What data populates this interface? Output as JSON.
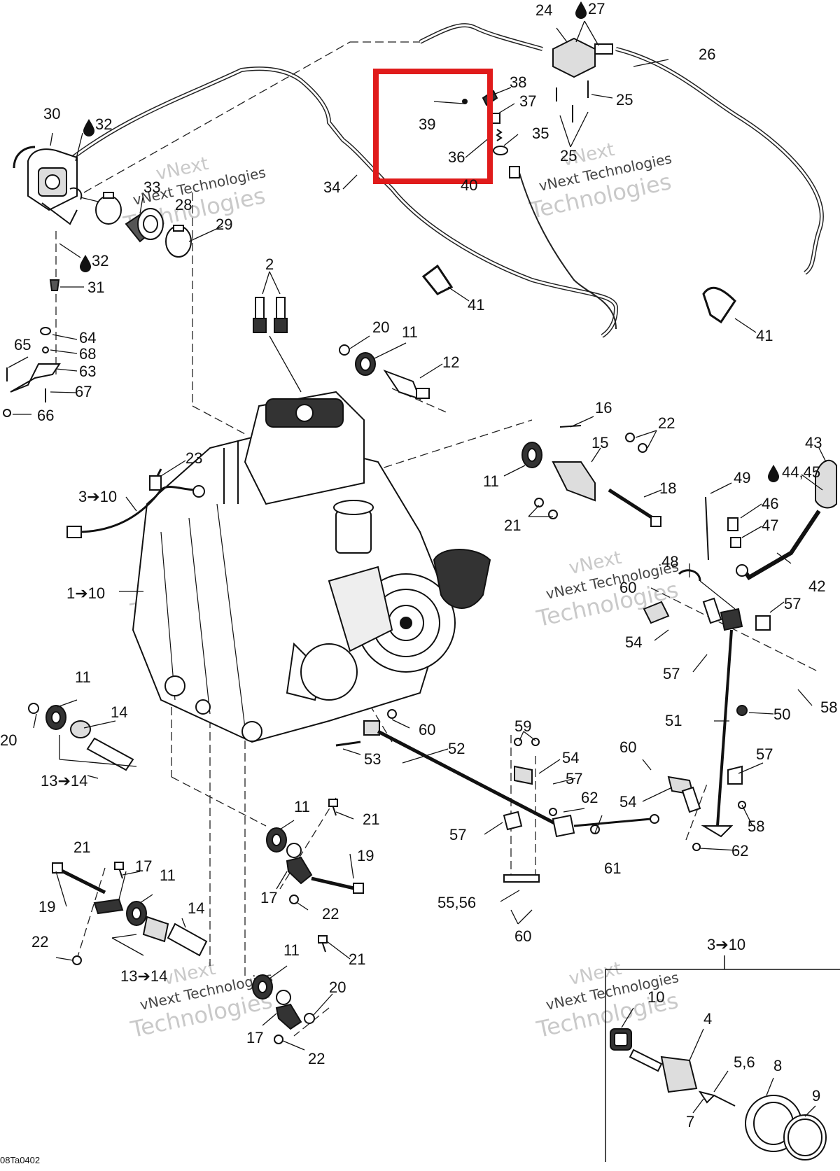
{
  "diagram_code": "08Ta0402",
  "watermark": {
    "line1": "vNext",
    "line2": "vNext Technologies",
    "line3": "Technologies"
  },
  "callouts": [
    {
      "id": "c1",
      "text": "1➔10"
    },
    {
      "id": "c2",
      "text": "2"
    },
    {
      "id": "c3a",
      "text": "3➔10"
    },
    {
      "id": "c3b",
      "text": "3➔10"
    },
    {
      "id": "c4",
      "text": "4"
    },
    {
      "id": "c5",
      "text": "5,6"
    },
    {
      "id": "c7",
      "text": "7"
    },
    {
      "id": "c8",
      "text": "8"
    },
    {
      "id": "c9",
      "text": "9"
    },
    {
      "id": "c10",
      "text": "10"
    },
    {
      "id": "c11a",
      "text": "11"
    },
    {
      "id": "c11b",
      "text": "11"
    },
    {
      "id": "c11c",
      "text": "11"
    },
    {
      "id": "c11d",
      "text": "11"
    },
    {
      "id": "c11e",
      "text": "11"
    },
    {
      "id": "c11f",
      "text": "11"
    },
    {
      "id": "c12",
      "text": "12"
    },
    {
      "id": "c13a",
      "text": "13➔14"
    },
    {
      "id": "c13b",
      "text": "13➔14"
    },
    {
      "id": "c14a",
      "text": "14"
    },
    {
      "id": "c14b",
      "text": "14"
    },
    {
      "id": "c15",
      "text": "15"
    },
    {
      "id": "c16",
      "text": "16"
    },
    {
      "id": "c17a",
      "text": "17"
    },
    {
      "id": "c17b",
      "text": "17"
    },
    {
      "id": "c17c",
      "text": "17"
    },
    {
      "id": "c18",
      "text": "18"
    },
    {
      "id": "c19a",
      "text": "19"
    },
    {
      "id": "c19b",
      "text": "19"
    },
    {
      "id": "c20a",
      "text": "20"
    },
    {
      "id": "c20b",
      "text": "20"
    },
    {
      "id": "c20c",
      "text": "20"
    },
    {
      "id": "c21a",
      "text": "21"
    },
    {
      "id": "c21b",
      "text": "21"
    },
    {
      "id": "c21c",
      "text": "21"
    },
    {
      "id": "c21d",
      "text": "21"
    },
    {
      "id": "c22a",
      "text": "22"
    },
    {
      "id": "c22b",
      "text": "22"
    },
    {
      "id": "c22c",
      "text": "22"
    },
    {
      "id": "c22d",
      "text": "22"
    },
    {
      "id": "c23",
      "text": "23"
    },
    {
      "id": "c24",
      "text": "24"
    },
    {
      "id": "c25a",
      "text": "25"
    },
    {
      "id": "c25b",
      "text": "25"
    },
    {
      "id": "c26",
      "text": "26"
    },
    {
      "id": "c27",
      "text": "27"
    },
    {
      "id": "c28",
      "text": "28"
    },
    {
      "id": "c29",
      "text": "29"
    },
    {
      "id": "c30",
      "text": "30"
    },
    {
      "id": "c31",
      "text": "31"
    },
    {
      "id": "c32a",
      "text": "32"
    },
    {
      "id": "c32b",
      "text": "32"
    },
    {
      "id": "c33",
      "text": "33"
    },
    {
      "id": "c34",
      "text": "34"
    },
    {
      "id": "c35",
      "text": "35"
    },
    {
      "id": "c36",
      "text": "36"
    },
    {
      "id": "c37",
      "text": "37"
    },
    {
      "id": "c38",
      "text": "38"
    },
    {
      "id": "c39",
      "text": "39"
    },
    {
      "id": "c40",
      "text": "40"
    },
    {
      "id": "c41a",
      "text": "41"
    },
    {
      "id": "c41b",
      "text": "41"
    },
    {
      "id": "c42",
      "text": "42"
    },
    {
      "id": "c43",
      "text": "43"
    },
    {
      "id": "c44",
      "text": "44,45"
    },
    {
      "id": "c46",
      "text": "46"
    },
    {
      "id": "c47",
      "text": "47"
    },
    {
      "id": "c48",
      "text": "48"
    },
    {
      "id": "c49",
      "text": "49"
    },
    {
      "id": "c50",
      "text": "50"
    },
    {
      "id": "c51",
      "text": "51"
    },
    {
      "id": "c52",
      "text": "52"
    },
    {
      "id": "c53",
      "text": "53"
    },
    {
      "id": "c54a",
      "text": "54"
    },
    {
      "id": "c54b",
      "text": "54"
    },
    {
      "id": "c54c",
      "text": "54"
    },
    {
      "id": "c55",
      "text": "55,56"
    },
    {
      "id": "c57a",
      "text": "57"
    },
    {
      "id": "c57b",
      "text": "57"
    },
    {
      "id": "c57c",
      "text": "57"
    },
    {
      "id": "c57d",
      "text": "57"
    },
    {
      "id": "c57e",
      "text": "57"
    },
    {
      "id": "c58a",
      "text": "58"
    },
    {
      "id": "c58b",
      "text": "58"
    },
    {
      "id": "c59",
      "text": "59"
    },
    {
      "id": "c60a",
      "text": "60"
    },
    {
      "id": "c60b",
      "text": "60"
    },
    {
      "id": "c60c",
      "text": "60"
    },
    {
      "id": "c60d",
      "text": "60"
    },
    {
      "id": "c61",
      "text": "61"
    },
    {
      "id": "c62a",
      "text": "62"
    },
    {
      "id": "c62b",
      "text": "62"
    },
    {
      "id": "c63",
      "text": "63"
    },
    {
      "id": "c64",
      "text": "64"
    },
    {
      "id": "c65",
      "text": "65"
    },
    {
      "id": "c66",
      "text": "66"
    },
    {
      "id": "c67",
      "text": "67"
    },
    {
      "id": "c68",
      "text": "68"
    }
  ],
  "highlight_box_color": "#e01b1b",
  "line_color": "#111111"
}
